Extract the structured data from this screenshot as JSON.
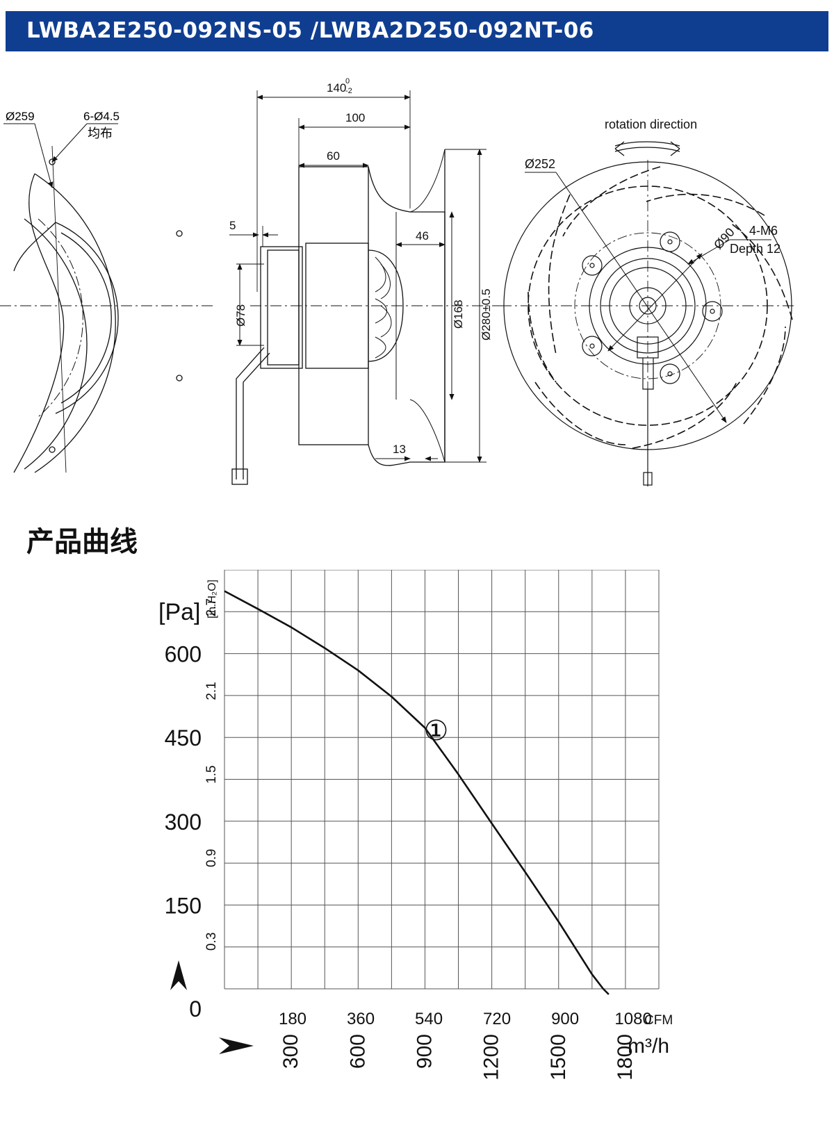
{
  "header": {
    "title": "LWBA2E250-092NS-05 /LWBA2D250-092NT-06"
  },
  "section": {
    "title": "产品曲线"
  },
  "drawing": {
    "front_left": {
      "outer_dia": "Ø259",
      "holes": "6-Ø4.5",
      "holes_note": "均布"
    },
    "side": {
      "dim_total": "140",
      "dim_total_tol_upper": "0",
      "dim_total_tol_lower": "-2",
      "dim_100": "100",
      "dim_60": "60",
      "dim_5": "5",
      "dim_46": "46",
      "dim_78": "Ø78",
      "dim_168": "Ø168",
      "dim_280": "Ø280±0.5",
      "dim_13": "13"
    },
    "front_right": {
      "rotation": "rotation direction",
      "dia_252": "Ø252",
      "dia_90": "Ø90",
      "thread": "4-M6",
      "depth": "Depth 12"
    }
  },
  "chart_data": {
    "type": "line",
    "ylabel_left": "[Pa]",
    "ylabel_right": "[in.H₂O]",
    "yticks_pa": [
      "0",
      "150",
      "300",
      "450",
      "600"
    ],
    "yticks_inh2o": [
      "0.3",
      "0.9",
      "1.5",
      "2.1",
      "2.7"
    ],
    "yticks_inh2o_values": [
      0.3,
      0.9,
      1.5,
      2.1,
      2.7
    ],
    "xticks_cfm": [
      "180",
      "360",
      "540",
      "720",
      "900",
      "1080"
    ],
    "xticks_cfm_values": [
      180,
      360,
      540,
      720,
      900,
      1080
    ],
    "xunit_cfm": "CFM",
    "xticks_m3h": [
      "300",
      "600",
      "900",
      "1200",
      "1500",
      "1800"
    ],
    "xticks_m3h_values": [
      300,
      600,
      900,
      1200,
      1500,
      1800
    ],
    "xunit_m3h": "m³/h",
    "xlim_m3h": [
      0,
      1950
    ],
    "ylim_pa": [
      0,
      750
    ],
    "grid": true,
    "series": [
      {
        "label": "①",
        "x_m3h": [
          0,
          150,
          300,
          450,
          600,
          750,
          900,
          1050,
          1200,
          1350,
          1500,
          1650,
          1700,
          1725
        ],
        "y_pa": [
          712,
          680,
          647,
          610,
          570,
          523,
          467,
          384,
          296,
          209,
          120,
          26,
          0,
          -10
        ]
      }
    ]
  }
}
